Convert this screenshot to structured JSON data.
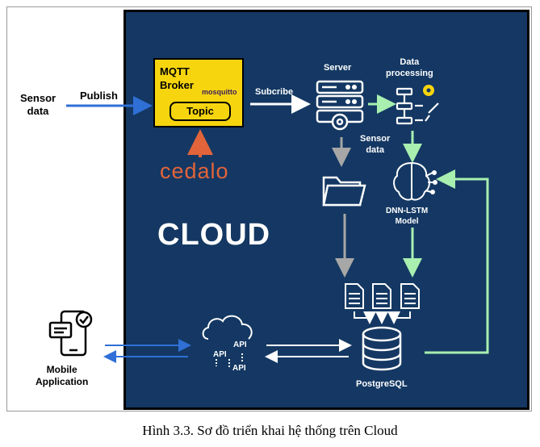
{
  "labels": {
    "sensor_data": "Sensor\ndata",
    "publish": "Publish",
    "mqtt_broker": "MQTT\nBroker",
    "mosquitto": "mosquitto",
    "topic": "Topic",
    "cedalo": "cedalo",
    "subscribe": "Subcribe",
    "server": "Server",
    "data_processing": "Data\nprocessing",
    "sensor_data_inner": "Sensor\ndata",
    "dnn_lstm": "DNN-LSTM\nModel",
    "cloud": "CLOUD",
    "postgresql": "PostgreSQL",
    "api": "API",
    "mobile_application": "Mobile\nApplication"
  },
  "caption": "Hình 3.3. Sơ đồ triển khai hệ thống trên Cloud",
  "colors": {
    "panel": "#143863",
    "broker": "#f6d50f",
    "cedalo": "#e2643b",
    "arrow_blue": "#2f6fd6",
    "arrow_green": "#a8efb0",
    "arrow_gray": "#a7a7a7",
    "arrow_white": "#ffffff"
  }
}
